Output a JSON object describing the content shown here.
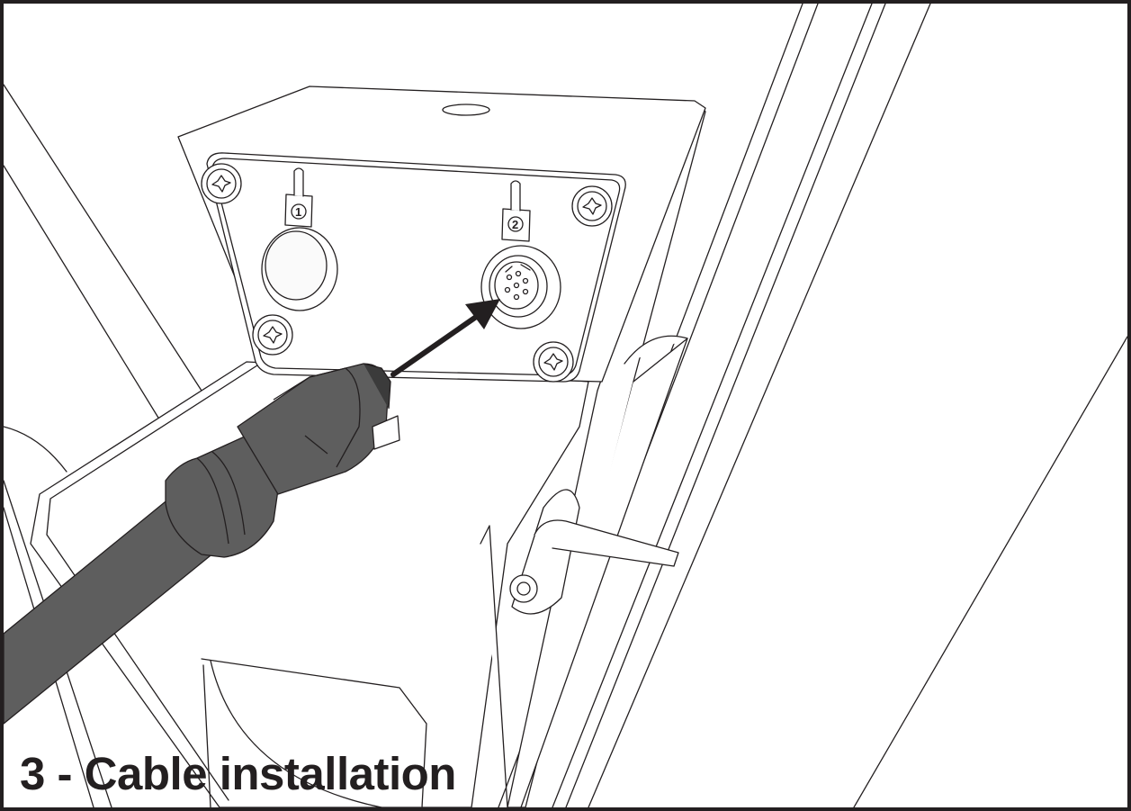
{
  "title": "3 - Cable installation",
  "colors": {
    "line": "#231f20",
    "cable": "#5e5e5e",
    "cable_dark": "#3b3b3b",
    "background": "#ffffff"
  },
  "connectors": [
    {
      "label": "1",
      "state": "plug"
    },
    {
      "label": "2",
      "state": "socket"
    }
  ],
  "icons": [
    "torx-screw-icon",
    "connector-port-icon",
    "arrow-icon",
    "cable-plug-icon"
  ]
}
